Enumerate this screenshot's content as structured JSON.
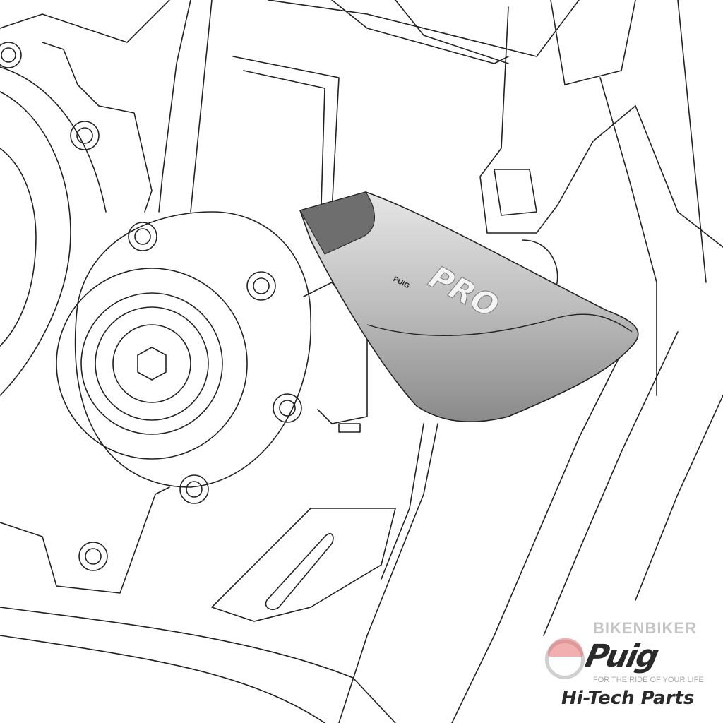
{
  "illustration": {
    "subject": "frame-slider-on-engine-line-drawing",
    "slider_logo": {
      "main": "PRO",
      "brand": "PUIG"
    },
    "colors": {
      "line": "#222222",
      "slider_dark": "#6e6e6e",
      "slider_mid": "#a8a8a8",
      "slider_light": "#d9d9d9"
    }
  },
  "watermark": {
    "brand": "Puig",
    "tagline_product": "Hi-Tech Parts",
    "overlay_brand": "BIKENBIKER",
    "overlay_tagline": "FOR THE RIDE OF YOUR LIFE"
  }
}
